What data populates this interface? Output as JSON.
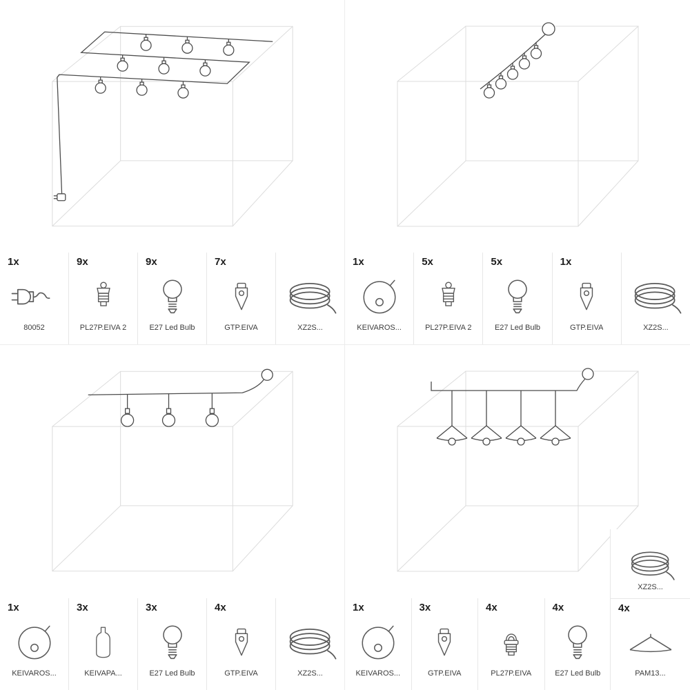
{
  "colors": {
    "wireframe": "#dcdcdc",
    "string_line": "#4c4c4c",
    "divider": "#e7e7e7",
    "icon_stroke": "#5a5a5a",
    "qty_text": "#1e1e1e",
    "label_text": "#3c3c3c"
  },
  "quadrants": [
    {
      "name": "zigzag-string-lights-kit",
      "diagram": "ceiling-zigzag-string-lights-with-wall-plug",
      "parts": [
        {
          "qty": "1x",
          "icon": "plug-icon",
          "label": "80052"
        },
        {
          "qty": "9x",
          "icon": "lamp-holder-icon",
          "label": "PL27P.EIVA 2"
        },
        {
          "qty": "9x",
          "icon": "bulb-icon",
          "label": "E27 Led Bulb"
        },
        {
          "qty": "7x",
          "icon": "hook-icon",
          "label": "GTP.EIVA"
        },
        {
          "qty": "",
          "icon": "cable-coil-icon",
          "label": "XZ2S..."
        }
      ]
    },
    {
      "name": "diagonal-garland-kit",
      "diagram": "diagonal-garland-from-ceiling-rose",
      "parts": [
        {
          "qty": "1x",
          "icon": "ceiling-rose-icon",
          "label": "KEIVAROS..."
        },
        {
          "qty": "5x",
          "icon": "lamp-holder-icon",
          "label": "PL27P.EIVA 2"
        },
        {
          "qty": "5x",
          "icon": "bulb-icon",
          "label": "E27 Led Bulb"
        },
        {
          "qty": "1x",
          "icon": "hook-icon",
          "label": "GTP.EIVA"
        },
        {
          "qty": "",
          "icon": "cable-coil-icon",
          "label": "XZ2S..."
        }
      ]
    },
    {
      "name": "three-pendant-bulbs-kit",
      "diagram": "horizontal-string-with-three-pendant-bulbs",
      "parts": [
        {
          "qty": "1x",
          "icon": "ceiling-rose-icon",
          "label": "KEIVAROS..."
        },
        {
          "qty": "3x",
          "icon": "bottle-holder-icon",
          "label": "KEIVAPA..."
        },
        {
          "qty": "3x",
          "icon": "bulb-icon",
          "label": "E27 Led Bulb"
        },
        {
          "qty": "4x",
          "icon": "hook-icon",
          "label": "GTP.EIVA"
        },
        {
          "qty": "",
          "icon": "cable-coil-icon",
          "label": "XZ2S..."
        }
      ]
    },
    {
      "name": "four-shade-pendants-kit",
      "diagram": "horizontal-string-with-four-cone-shade-pendants",
      "parts": [
        {
          "qty": "1x",
          "icon": "ceiling-rose-icon",
          "label": "KEIVAROS..."
        },
        {
          "qty": "3x",
          "icon": "hook-icon",
          "label": "GTP.EIVA"
        },
        {
          "qty": "4x",
          "icon": "handle-holder-icon",
          "label": "PL27P.EIVA"
        },
        {
          "qty": "4x",
          "icon": "bulb-icon",
          "label": "E27 Led Bulb"
        }
      ],
      "side_parts": [
        {
          "qty": "",
          "icon": "cable-coil-icon",
          "label": "XZ2S..."
        },
        {
          "qty": "4x",
          "icon": "cone-shade-icon",
          "label": "PAM13..."
        }
      ]
    }
  ]
}
